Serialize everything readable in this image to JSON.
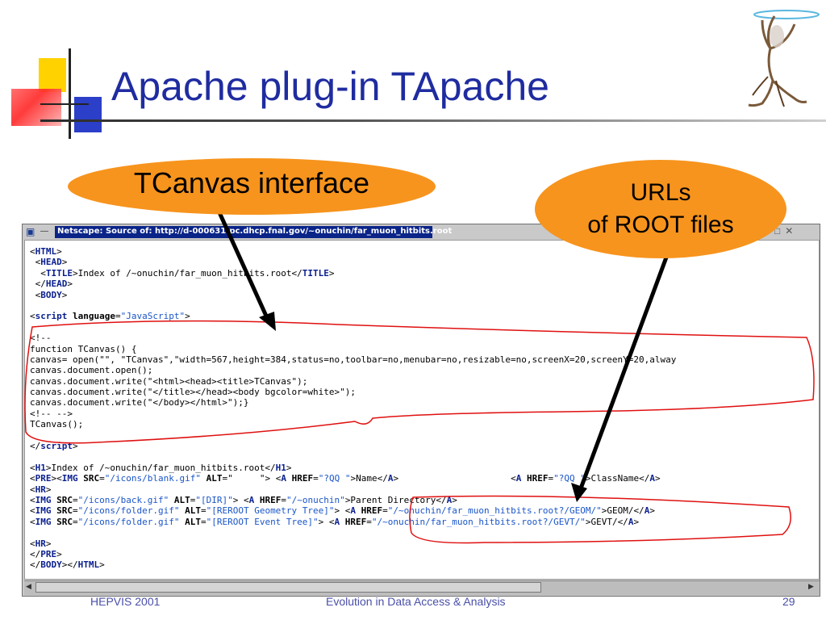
{
  "slide": {
    "title": "Apache plug-in TApache"
  },
  "window": {
    "title": "Netscape: Source of: http://d-000631-pc.dhcp.fnal.gov/~onuchin/far_muon_hitbits.root"
  },
  "source": {
    "lines": [
      [
        {
          "t": "<"
        },
        {
          "c": "t",
          "t": "HTML"
        },
        {
          "t": ">"
        }
      ],
      [
        {
          "t": " <"
        },
        {
          "c": "t",
          "t": "HEAD"
        },
        {
          "t": ">"
        }
      ],
      [
        {
          "t": "  <"
        },
        {
          "c": "t",
          "t": "TITLE"
        },
        {
          "t": ">Index of /~onuchin/far_muon_hitbits.root</"
        },
        {
          "c": "t",
          "t": "TITLE"
        },
        {
          "t": ">"
        }
      ],
      [
        {
          "t": " </"
        },
        {
          "c": "t",
          "t": "HEAD"
        },
        {
          "t": ">"
        }
      ],
      [
        {
          "t": " <"
        },
        {
          "c": "t",
          "t": "BODY"
        },
        {
          "t": ">"
        }
      ],
      [
        {
          "t": ""
        }
      ],
      [
        {
          "t": "<"
        },
        {
          "c": "t",
          "t": "script"
        },
        {
          "t": " "
        },
        {
          "c": "a",
          "t": "language"
        },
        {
          "t": "="
        },
        {
          "c": "s",
          "t": "\"JavaScript\""
        },
        {
          "t": ">"
        }
      ],
      [
        {
          "t": ""
        }
      ],
      [
        {
          "t": "<!--"
        }
      ],
      [
        {
          "t": "function TCanvas() {"
        }
      ],
      [
        {
          "t": "canvas= open(\"\", \"TCanvas\",\"width=567,height=384,status=no,toolbar=no,menubar=no,resizable=no,screenX=20,screenY=20,alway"
        }
      ],
      [
        {
          "t": "canvas.document.open();"
        }
      ],
      [
        {
          "t": "canvas.document.write(\"<html><head><title>TCanvas\");"
        }
      ],
      [
        {
          "t": "canvas.document.write(\"</title></head><body bgcolor=white>\");"
        }
      ],
      [
        {
          "t": "canvas.document.write(\"</body></html>\");}"
        }
      ],
      [
        {
          "t": "<!-- -->"
        }
      ],
      [
        {
          "t": "TCanvas();"
        }
      ],
      [
        {
          "t": ""
        }
      ],
      [
        {
          "t": "</"
        },
        {
          "c": "t",
          "t": "script"
        },
        {
          "t": ">"
        }
      ],
      [
        {
          "t": ""
        }
      ],
      [
        {
          "t": "<"
        },
        {
          "c": "t",
          "t": "H1"
        },
        {
          "t": ">Index of /~onuchin/far_muon_hitbits.root</"
        },
        {
          "c": "t",
          "t": "H1"
        },
        {
          "t": ">"
        }
      ],
      [
        {
          "t": "<"
        },
        {
          "c": "t",
          "t": "PRE"
        },
        {
          "t": "><"
        },
        {
          "c": "t",
          "t": "IMG"
        },
        {
          "t": " "
        },
        {
          "c": "a",
          "t": "SRC"
        },
        {
          "t": "="
        },
        {
          "c": "s",
          "t": "\"/icons/blank.gif\""
        },
        {
          "t": " "
        },
        {
          "c": "a",
          "t": "ALT"
        },
        {
          "t": "=\"     \"> <"
        },
        {
          "c": "t",
          "t": "A"
        },
        {
          "t": " "
        },
        {
          "c": "a",
          "t": "HREF"
        },
        {
          "t": "="
        },
        {
          "c": "s",
          "t": "\"?QQ \""
        },
        {
          "t": ">Name</"
        },
        {
          "c": "t",
          "t": "A"
        },
        {
          "t": ">                     <"
        },
        {
          "c": "t",
          "t": "A"
        },
        {
          "t": " "
        },
        {
          "c": "a",
          "t": "HREF"
        },
        {
          "t": "="
        },
        {
          "c": "s",
          "t": "\"?QQ \""
        },
        {
          "t": ">ClassName</"
        },
        {
          "c": "t",
          "t": "A"
        },
        {
          "t": ">"
        }
      ],
      [
        {
          "t": "<"
        },
        {
          "c": "t",
          "t": "HR"
        },
        {
          "t": ">"
        }
      ],
      [
        {
          "t": "<"
        },
        {
          "c": "t",
          "t": "IMG"
        },
        {
          "t": " "
        },
        {
          "c": "a",
          "t": "SRC"
        },
        {
          "t": "="
        },
        {
          "c": "s",
          "t": "\"/icons/back.gif\""
        },
        {
          "t": " "
        },
        {
          "c": "a",
          "t": "ALT"
        },
        {
          "t": "="
        },
        {
          "c": "s",
          "t": "\"[DIR]\""
        },
        {
          "t": "> <"
        },
        {
          "c": "t",
          "t": "A"
        },
        {
          "t": " "
        },
        {
          "c": "a",
          "t": "HREF"
        },
        {
          "t": "="
        },
        {
          "c": "s",
          "t": "\"/~onuchin\""
        },
        {
          "t": ">Parent Directory</"
        },
        {
          "c": "t",
          "t": "A"
        },
        {
          "t": ">"
        }
      ],
      [
        {
          "t": "<"
        },
        {
          "c": "t",
          "t": "IMG"
        },
        {
          "t": " "
        },
        {
          "c": "a",
          "t": "SRC"
        },
        {
          "t": "="
        },
        {
          "c": "s",
          "t": "\"/icons/folder.gif\""
        },
        {
          "t": " "
        },
        {
          "c": "a",
          "t": "ALT"
        },
        {
          "t": "="
        },
        {
          "c": "s",
          "t": "\"[REROOT Geometry Tree]\""
        },
        {
          "t": "> <"
        },
        {
          "c": "t",
          "t": "A"
        },
        {
          "t": " "
        },
        {
          "c": "a",
          "t": "HREF"
        },
        {
          "t": "="
        },
        {
          "c": "s",
          "t": "\"/~onuchin/far_muon_hitbits.root?/GEOM/\""
        },
        {
          "t": ">GEOM/</"
        },
        {
          "c": "t",
          "t": "A"
        },
        {
          "t": ">"
        }
      ],
      [
        {
          "t": "<"
        },
        {
          "c": "t",
          "t": "IMG"
        },
        {
          "t": " "
        },
        {
          "c": "a",
          "t": "SRC"
        },
        {
          "t": "="
        },
        {
          "c": "s",
          "t": "\"/icons/folder.gif\""
        },
        {
          "t": " "
        },
        {
          "c": "a",
          "t": "ALT"
        },
        {
          "t": "="
        },
        {
          "c": "s",
          "t": "\"[REROOT Event Tree]\""
        },
        {
          "t": "> <"
        },
        {
          "c": "t",
          "t": "A"
        },
        {
          "t": " "
        },
        {
          "c": "a",
          "t": "HREF"
        },
        {
          "t": "="
        },
        {
          "c": "s",
          "t": "\"/~onuchin/far_muon_hitbits.root?/GEVT/\""
        },
        {
          "t": ">GEVT/</"
        },
        {
          "c": "t",
          "t": "A"
        },
        {
          "t": ">"
        }
      ],
      [
        {
          "t": ""
        }
      ],
      [
        {
          "t": "<"
        },
        {
          "c": "t",
          "t": "HR"
        },
        {
          "t": ">"
        }
      ],
      [
        {
          "t": "</"
        },
        {
          "c": "t",
          "t": "PRE"
        },
        {
          "t": ">"
        }
      ],
      [
        {
          "t": "</"
        },
        {
          "c": "t",
          "t": "BODY"
        },
        {
          "t": "></"
        },
        {
          "c": "t",
          "t": "HTML"
        },
        {
          "t": ">"
        }
      ]
    ]
  },
  "callouts": {
    "tcanvas": "TCanvas interface",
    "urls_line1": "URLs",
    "urls_line2": "of ROOT files"
  },
  "footer": {
    "left": "HEPVIS 2001",
    "center": "Evolution in Data Access & Analysis",
    "page": "29"
  },
  "colors": {
    "title": "#1f2ca0",
    "callout": "#f7941d",
    "tag": "#0a1f8f",
    "string": "#1a55c8",
    "annotation": "#e01010",
    "footer": "#4a4fa8"
  },
  "icons": {
    "logo": "tree-figure-logo",
    "decoration": "colored-squares-icon"
  }
}
